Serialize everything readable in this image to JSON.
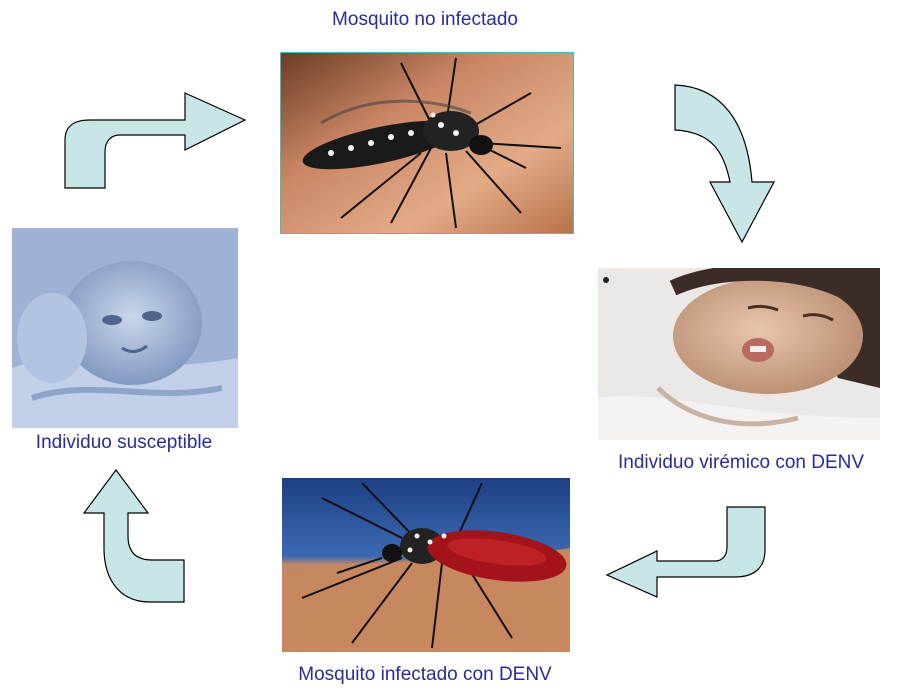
{
  "labels": {
    "mosquito_uninfected": "Mosquito no infectado",
    "viremic_individual": "Individuo virémico con DENV",
    "mosquito_infected": "Mosquito infectado con DENV",
    "susceptible_individual": "Individuo susceptible"
  },
  "colors": {
    "label_text": "#2b2b9a",
    "arrow_fill": "#c9e6e6",
    "arrow_stroke": "#000000",
    "photo_border": "#3fbfbf"
  },
  "icons": [
    "mosquito-icon",
    "sick-child-icon",
    "blood-fed-mosquito-icon",
    "sleeping-infant-icon"
  ]
}
